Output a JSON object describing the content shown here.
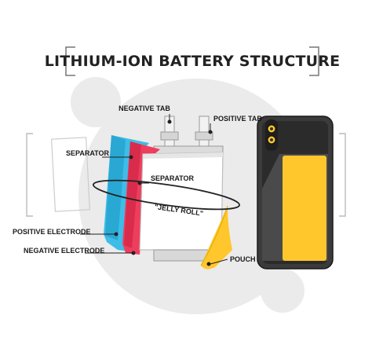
{
  "title": "LITHIUM-ION BATTERY STRUCTURE",
  "labels": {
    "negative_tab": "NEGATIVE TAB",
    "positive_tab": "POSITIVE TAB",
    "separator_outer": "SEPARATOR",
    "separator_inner": "SEPARATOR",
    "jelly_roll": "\"JELLY ROLL\"",
    "positive_electrode": "POSITIVE ELECTRODE",
    "negative_electrode": "NEGATIVE ELECTRODE",
    "pouch": "POUCH"
  },
  "icons": [
    "phone-icon",
    "camera-lens-icon"
  ],
  "colors": {
    "separator_blue": "#3dbde8",
    "electrode_red": "#ef3d5d",
    "pouch_yellow": "#ffc72c",
    "phone_body": "#3b3b3b",
    "phone_battery": "#ffc72c",
    "background_circle": "#ebebeb"
  }
}
